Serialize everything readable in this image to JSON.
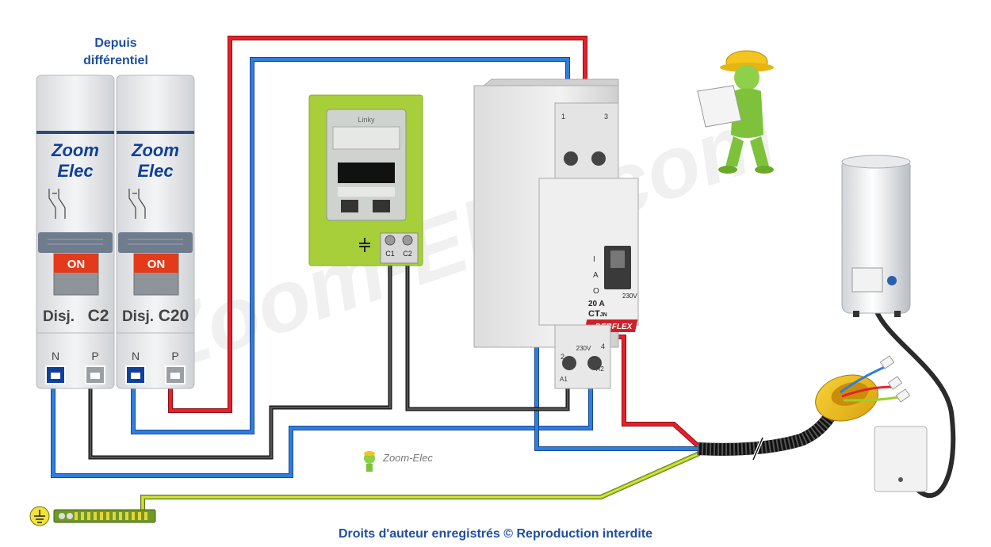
{
  "header_label": {
    "line1": "Depuis",
    "line2": "différentiel"
  },
  "breakers": [
    {
      "brand1": "Zoom",
      "brand2": "Elec",
      "state": "ON",
      "name": "Disj.",
      "rating": "C2",
      "term_n": "N",
      "term_p": "P"
    },
    {
      "brand1": "Zoom",
      "brand2": "Elec",
      "state": "ON",
      "name": "Disj.",
      "rating": "C20",
      "term_n": "N",
      "term_p": "P"
    }
  ],
  "linky": {
    "brand": "Linky",
    "term_c1": "C1",
    "term_c2": "C2"
  },
  "contactor": {
    "term1": "1",
    "term3": "3",
    "term2": "2",
    "term4": "4",
    "a1": "A1",
    "a2": "A2",
    "coil": "230V",
    "pos_i": "I",
    "pos_a": "A",
    "pos_o": "O",
    "rating": "20 A",
    "volt": "230V",
    "model": "CT",
    "model_sub": "JN",
    "brand": "DEBFLEX"
  },
  "logo_text": "Zoom-Elec",
  "watermark": "Zoom-Elec.com",
  "footer": "Droits d'auteur enregistrés © Reproduction interdite",
  "colors": {
    "phase": "#e8202a",
    "neutral": "#2f7de0",
    "earth": "#9ecf2e",
    "pilot": "#333333",
    "label_blue": "#1f4fa0",
    "linky_green": "#a7cf3a",
    "breaker_blue": "#0f3f9a",
    "on_red": "#e23a1a"
  }
}
